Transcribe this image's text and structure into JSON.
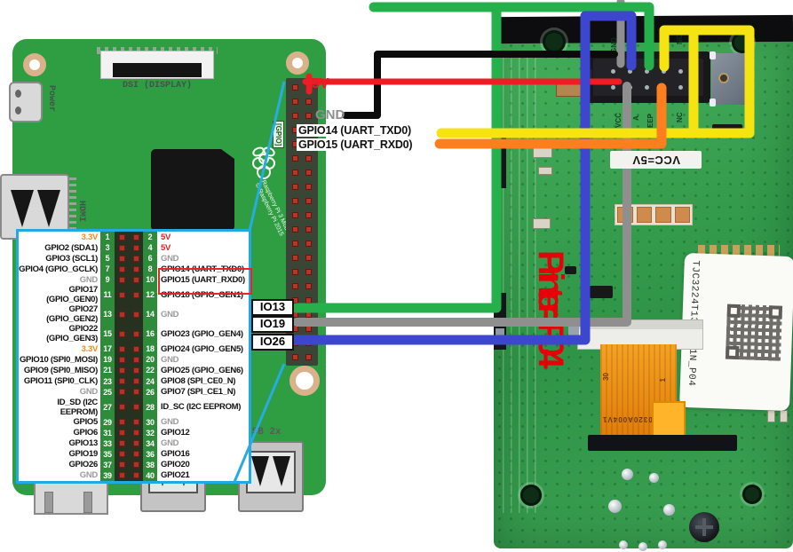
{
  "colors": {
    "wire_black": "#0b0b0b",
    "wire_red": "#ee1c25",
    "wire_yellow": "#f6e312",
    "wire_orange": "#ff7f1f",
    "wire_green": "#25b04b",
    "wire_gray": "#8f8f8f",
    "wire_blue": "#3d46cf",
    "callout_blue": "#29abe2",
    "table_highlight_red": "#e8242c",
    "pi_green": "#2f9e43",
    "pcb_green": "#3aa455"
  },
  "pi_board": {
    "power_label": "Power",
    "hdmi_label": "HDMI",
    "dsi_label": "DSI (DISPLAY)",
    "usb_label": "USB 2x",
    "gpio_tag": "[GPIO]",
    "board_name_line1": "Raspberry Pi 3 Model B v1.2",
    "board_name_line2": "© Raspberry Pi 2015"
  },
  "wiring_labels": {
    "pin_5v": "5V",
    "pin_gnd": "GND",
    "pin_gpio14": "GPIO14 (UART_TXD0)",
    "pin_gpio15": "GPIO15 (UART_RXD0)",
    "io13": "IO13",
    "io19": "IO19",
    "io26": "IO26"
  },
  "pin_table": {
    "rows": [
      {
        "l": "3.3V",
        "lc": "v33",
        "a": "1",
        "b": "2",
        "r": "5V",
        "rc": "v5"
      },
      {
        "l": "GPIO2 (SDA1)",
        "lc": "",
        "a": "3",
        "b": "4",
        "r": "5V",
        "rc": "v5"
      },
      {
        "l": "GPIO3 (SCL1)",
        "lc": "",
        "a": "5",
        "b": "6",
        "r": "GND",
        "rc": "gnd"
      },
      {
        "l": "GPIO4 (GPIO_GCLK)",
        "lc": "",
        "a": "7",
        "b": "8",
        "r": "GPIO14 (UART_TXD0)",
        "rc": ""
      },
      {
        "l": "GND",
        "lc": "gnd",
        "a": "9",
        "b": "10",
        "r": "GPIO15 (UART_RXD0)",
        "rc": ""
      },
      {
        "l": "GPIO17 (GPIO_GEN0)",
        "lc": "",
        "a": "11",
        "b": "12",
        "r": "GPIO18 (GPIO_GEN1)",
        "rc": ""
      },
      {
        "l": "GPIO27 (GPIO_GEN2)",
        "lc": "",
        "a": "13",
        "b": "14",
        "r": "GND",
        "rc": "gnd"
      },
      {
        "l": "GPIO22 (GPIO_GEN3)",
        "lc": "",
        "a": "15",
        "b": "16",
        "r": "GPIO23 (GPIO_GEN4)",
        "rc": ""
      },
      {
        "l": "3.3V",
        "lc": "v33",
        "a": "17",
        "b": "18",
        "r": "GPIO24 (GPIO_GEN5)",
        "rc": ""
      },
      {
        "l": "GPIO10 (SPI0_MOSI)",
        "lc": "",
        "a": "19",
        "b": "20",
        "r": "GND",
        "rc": "gnd"
      },
      {
        "l": "GPIO9 (SPI0_MISO)",
        "lc": "",
        "a": "21",
        "b": "22",
        "r": "GPIO25 (GPIO_GEN6)",
        "rc": ""
      },
      {
        "l": "GPIO11 (SPI0_CLK)",
        "lc": "",
        "a": "23",
        "b": "24",
        "r": "GPIO8 (SPI_CE0_N)",
        "rc": ""
      },
      {
        "l": "GND",
        "lc": "gnd",
        "a": "25",
        "b": "26",
        "r": "GPIO7 (SPI_CE1_N)",
        "rc": ""
      },
      {
        "l": "ID_SD (I2C EEPROM)",
        "lc": "",
        "a": "27",
        "b": "28",
        "r": "ID_SC (I2C EEPROM)",
        "rc": ""
      },
      {
        "l": "GPIO5",
        "lc": "",
        "a": "29",
        "b": "30",
        "r": "GND",
        "rc": "gnd"
      },
      {
        "l": "GPIO6",
        "lc": "",
        "a": "31",
        "b": "32",
        "r": "GPIO12",
        "rc": ""
      },
      {
        "l": "GPIO13",
        "lc": "",
        "a": "33",
        "b": "34",
        "r": "GND",
        "rc": "gnd"
      },
      {
        "l": "GPIO19",
        "lc": "",
        "a": "35",
        "b": "36",
        "r": "GPIO16",
        "rc": ""
      },
      {
        "l": "GPIO26",
        "lc": "",
        "a": "37",
        "b": "38",
        "r": "GPIO20",
        "rc": ""
      },
      {
        "l": "GND",
        "lc": "gnd",
        "a": "39",
        "b": "40",
        "r": "GPIO21",
        "rc": ""
      }
    ]
  },
  "right_board": {
    "printer_label": "Printer=P04",
    "vcc_label": "VCC=5V",
    "silkscreen": {
      "top_left": "GND",
      "top_right": "NC",
      "bottom_1": "VCC",
      "bottom_2": "A",
      "bottom_3": "EEP",
      "bottom_4": "NC"
    },
    "sticker_text": "TJC3224T132_011N_P04",
    "flex_marking_30": "30",
    "flex_marking_1": "1",
    "flex_marking_part": "0320A004V1"
  }
}
